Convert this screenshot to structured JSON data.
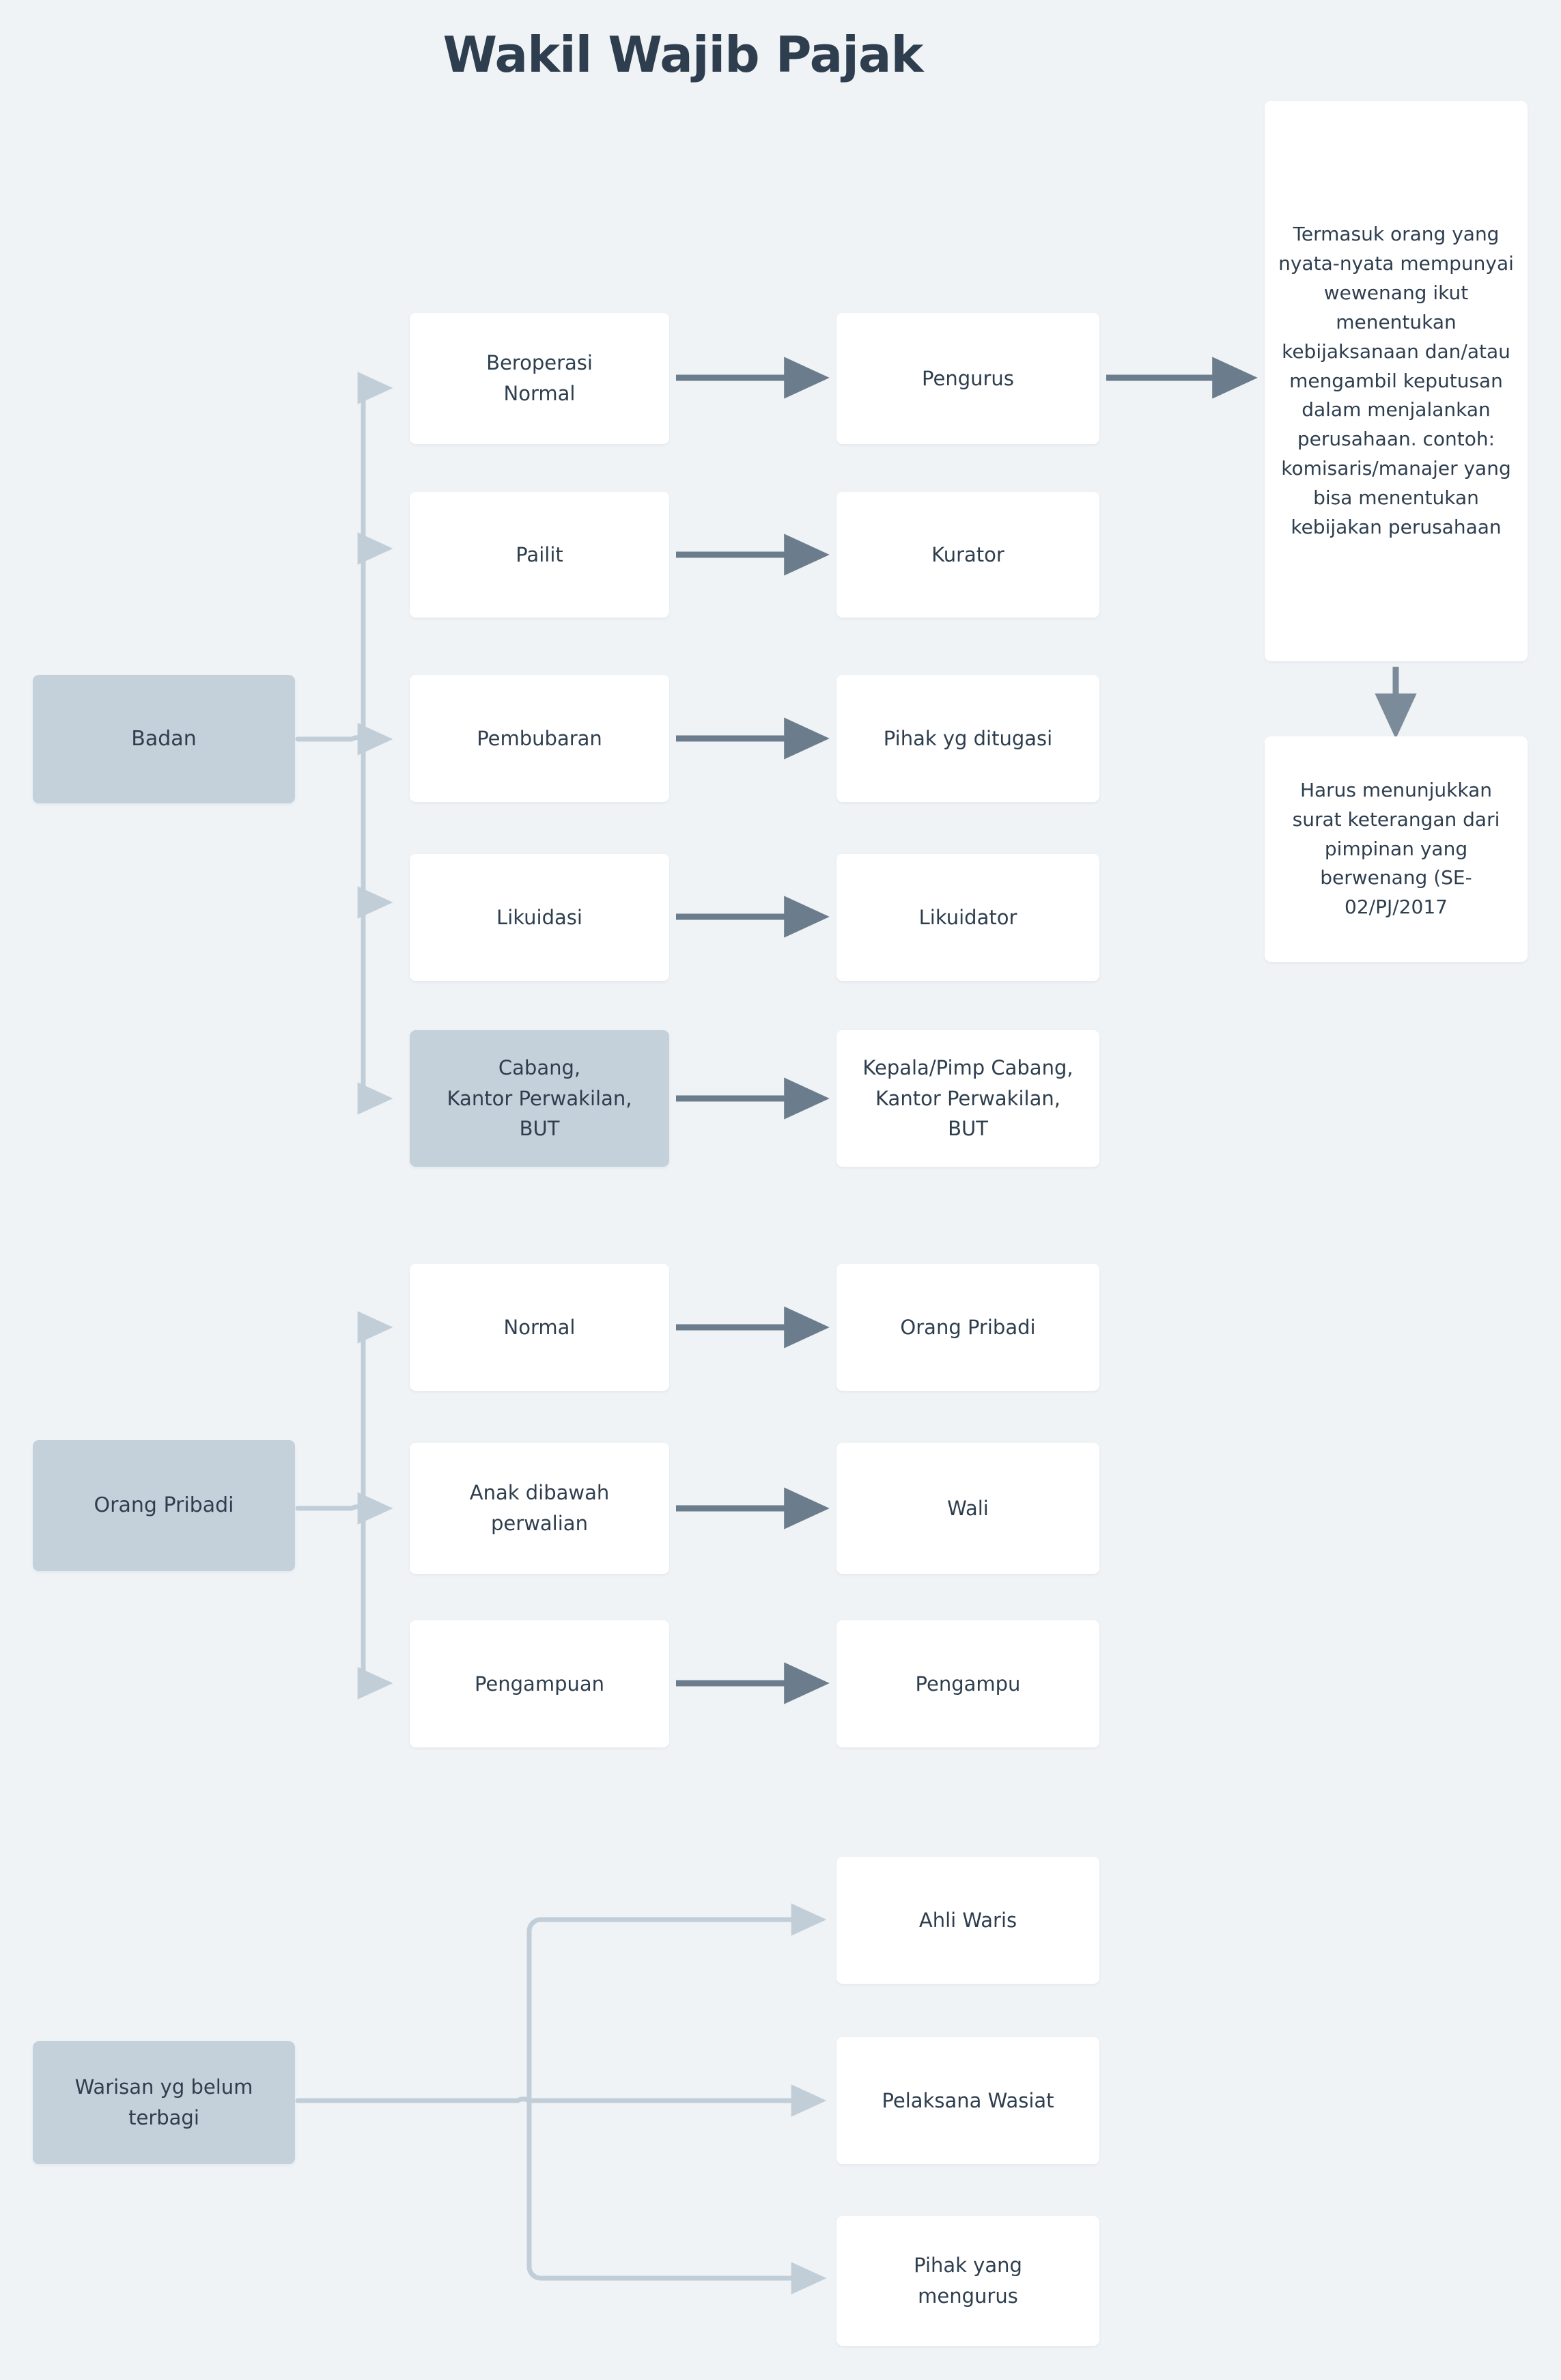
{
  "page": {
    "title": "Wakil Wajib Pajak",
    "background_color": "#eff3f6",
    "text_color": "#2e3e4e",
    "shaded_node_color": "#c5d1da",
    "white_node_color": "#ffffff",
    "light_connector_color": "#c1ced8",
    "dark_connector_color": "#6b7d8c"
  },
  "groups": [
    {
      "source": "Badan",
      "conditions": [
        "Beroperasi\nNormal",
        "Pailit",
        "Pembubaran",
        "Likuidasi",
        "Cabang,\nKantor Perwakilan,\nBUT"
      ],
      "representatives": [
        "Pengurus",
        "Kurator",
        "Pihak yg ditugasi",
        "Likuidator",
        "Kepala/Pimp Cabang,\nKantor Perwakilan,\nBUT"
      ]
    },
    {
      "source": "Orang Pribadi",
      "conditions": [
        "Normal",
        "Anak dibawah\nperwalian",
        "Pengampuan"
      ],
      "representatives": [
        "Orang Pribadi",
        "Wali",
        "Pengampu"
      ]
    },
    {
      "source": "Warisan yg belum\nterbagi",
      "conditions": [],
      "representatives": [
        "Ahli Waris",
        "Pelaksana Wasiat",
        "Pihak yang\nmengurus"
      ]
    }
  ],
  "notes": [
    "Termasuk orang yang nyata-nyata mempunyai wewenang ikut menentukan kebijaksanaan dan/atau mengambil keputusan dalam menjalankan perusahaan. contoh: komisaris/manajer yang bisa menentukan kebijakan perusahaan",
    "Harus menunjukkan surat keterangan dari pimpinan yang berwenang (SE-02/PJ/2017"
  ]
}
